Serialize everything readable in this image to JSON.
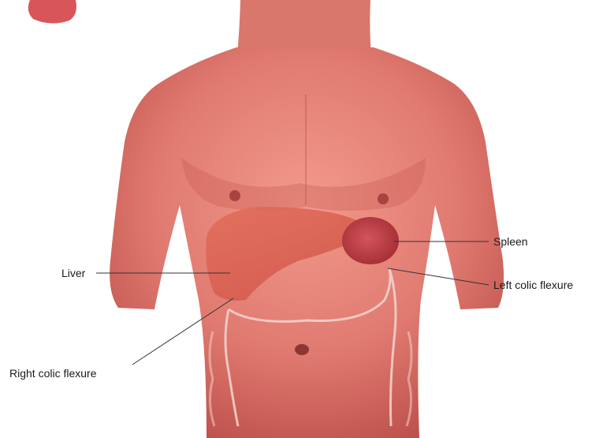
{
  "labels": {
    "liver": "Liver",
    "spleen": "Spleen",
    "left_colic_flexure": "Left colic flexure",
    "right_colic_flexure": "Right colic flexure"
  },
  "colors": {
    "background": "#ffffff",
    "skin": "#e07a70",
    "skin_shadow": "#b84a46",
    "liver": "#d35a48",
    "spleen": "#b83a3e",
    "colon_outline": "#f3d7cf",
    "leader_line": "#333333"
  }
}
